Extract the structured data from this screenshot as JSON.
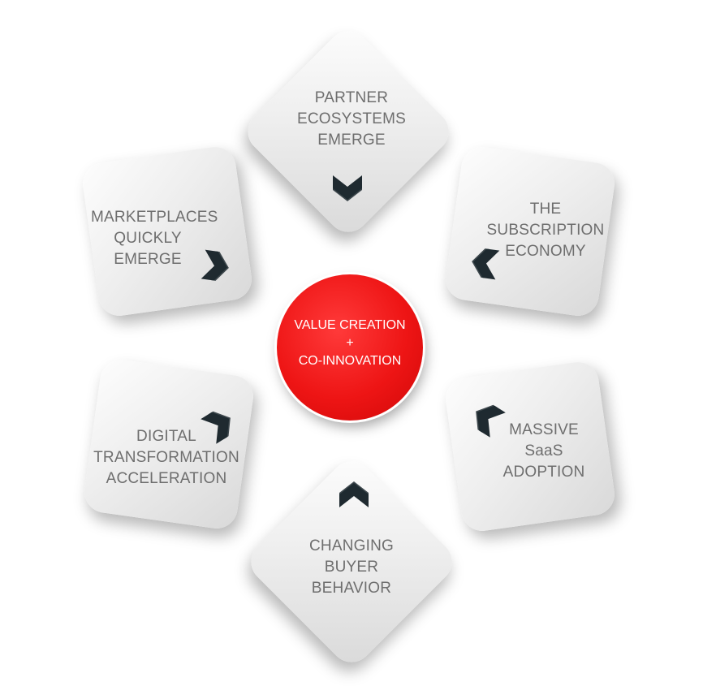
{
  "center": {
    "text": "VALUE CREATION\n+\nCO-INNOVATION"
  },
  "nodes": [
    {
      "label": "PARTNER\nECOSYSTEMS\nEMERGE",
      "arrow": "chevron-down-icon"
    },
    {
      "label": "THE\nSUBSCRIPTION\nECONOMY",
      "arrow": "chevron-left-icon"
    },
    {
      "label": "MASSIVE\nSaaS\nADOPTION",
      "arrow": "chevron-up-left-icon"
    },
    {
      "label": "CHANGING\nBUYER\nBEHAVIOR",
      "arrow": "chevron-up-icon"
    },
    {
      "label": "DIGITAL\nTRANSFORMATION\nACCELERATION",
      "arrow": "chevron-up-right-icon"
    },
    {
      "label": "MARKETPLACES\nQUICKLY\nEMERGE",
      "arrow": "chevron-right-icon"
    }
  ],
  "colors": {
    "hub": "#ee1515",
    "tile": "#eeeeee",
    "label": "#6e6e6e",
    "arrow": "#1f2a30"
  }
}
